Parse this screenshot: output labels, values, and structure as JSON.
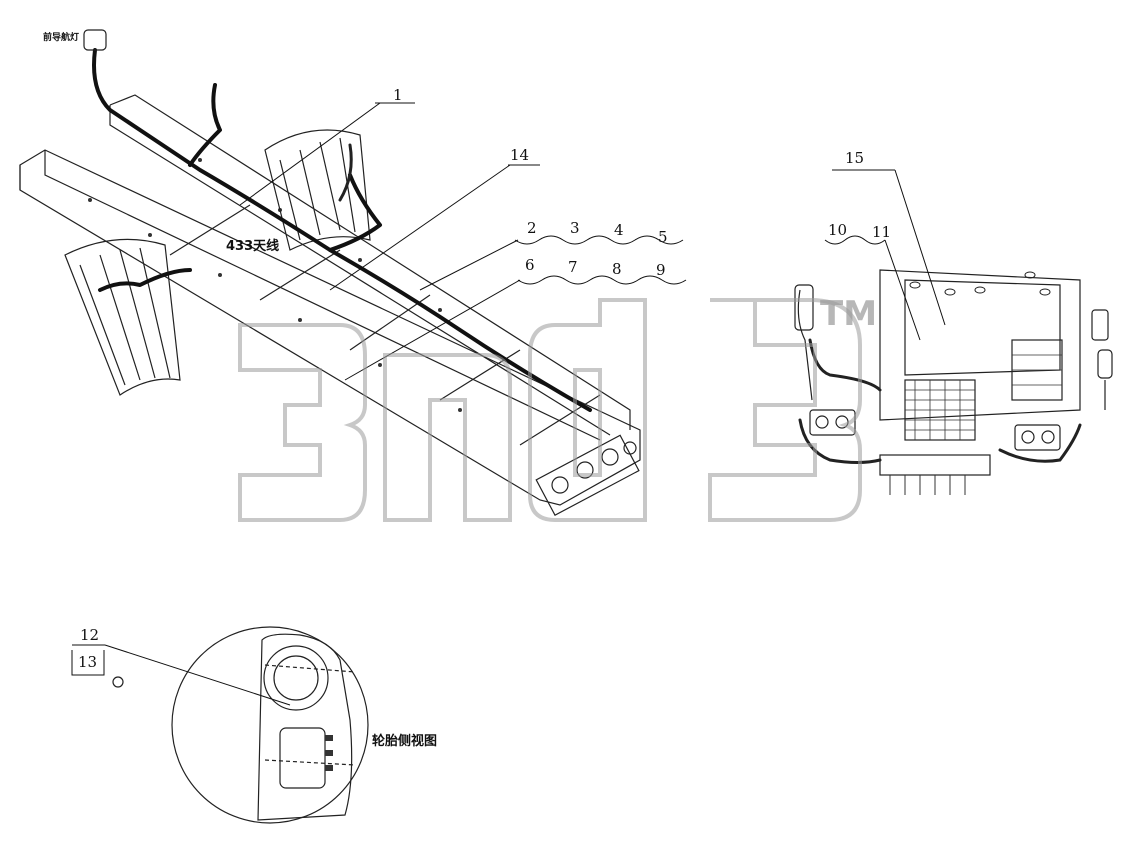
{
  "labels": {
    "connector": "前导航灯",
    "antenna": "433天线",
    "tire_view": "轮胎侧视图"
  },
  "callouts": {
    "n1": "1",
    "n2": "2",
    "n3": "3",
    "n4": "4",
    "n5": "5",
    "n6": "6",
    "n7": "7",
    "n8": "8",
    "n9": "9",
    "n10": "10",
    "n11": "11",
    "n12": "12",
    "n13": "13",
    "n14": "14",
    "n15": "15"
  },
  "watermark": {
    "logo_text": "3nd3",
    "tm": "TM"
  },
  "colors": {
    "ink": "#222222",
    "watermark": "#9a9a9a",
    "background": "#ffffff"
  }
}
